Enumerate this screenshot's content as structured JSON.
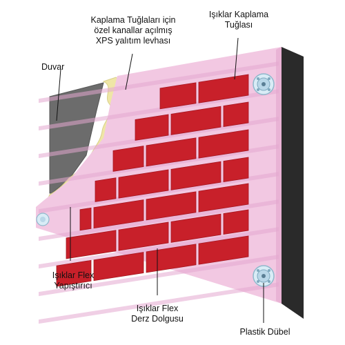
{
  "labels": {
    "wall": "Duvar",
    "xps_board_line1": "Kaplama Tuğlaları için",
    "xps_board_line2": "özel kanallar açılmış",
    "xps_board_line3": "XPS yalıtım levhası",
    "cladding_brick_line1": "Işıklar Kaplama",
    "cladding_brick_line2": "Tuğlası",
    "flex_adhesive_line1": "Işıklar Flex",
    "flex_adhesive_line2": "Yapıştırıcı",
    "flex_grout_line1": "Işıklar Flex",
    "flex_grout_line2": "Derz Dolgusu",
    "plastic_dowel": "Plastik Dübel"
  },
  "colors": {
    "brick": "#c8202a",
    "brick_dark": "#a5161f",
    "xps_board": "#f2c8e2",
    "xps_channel": "#e4a8cf",
    "wall": "#6c6c6c",
    "wall_edge": "#222222",
    "adhesive": "#efe6a6",
    "dowel": "#d9ecf6",
    "leader": "#111111"
  }
}
